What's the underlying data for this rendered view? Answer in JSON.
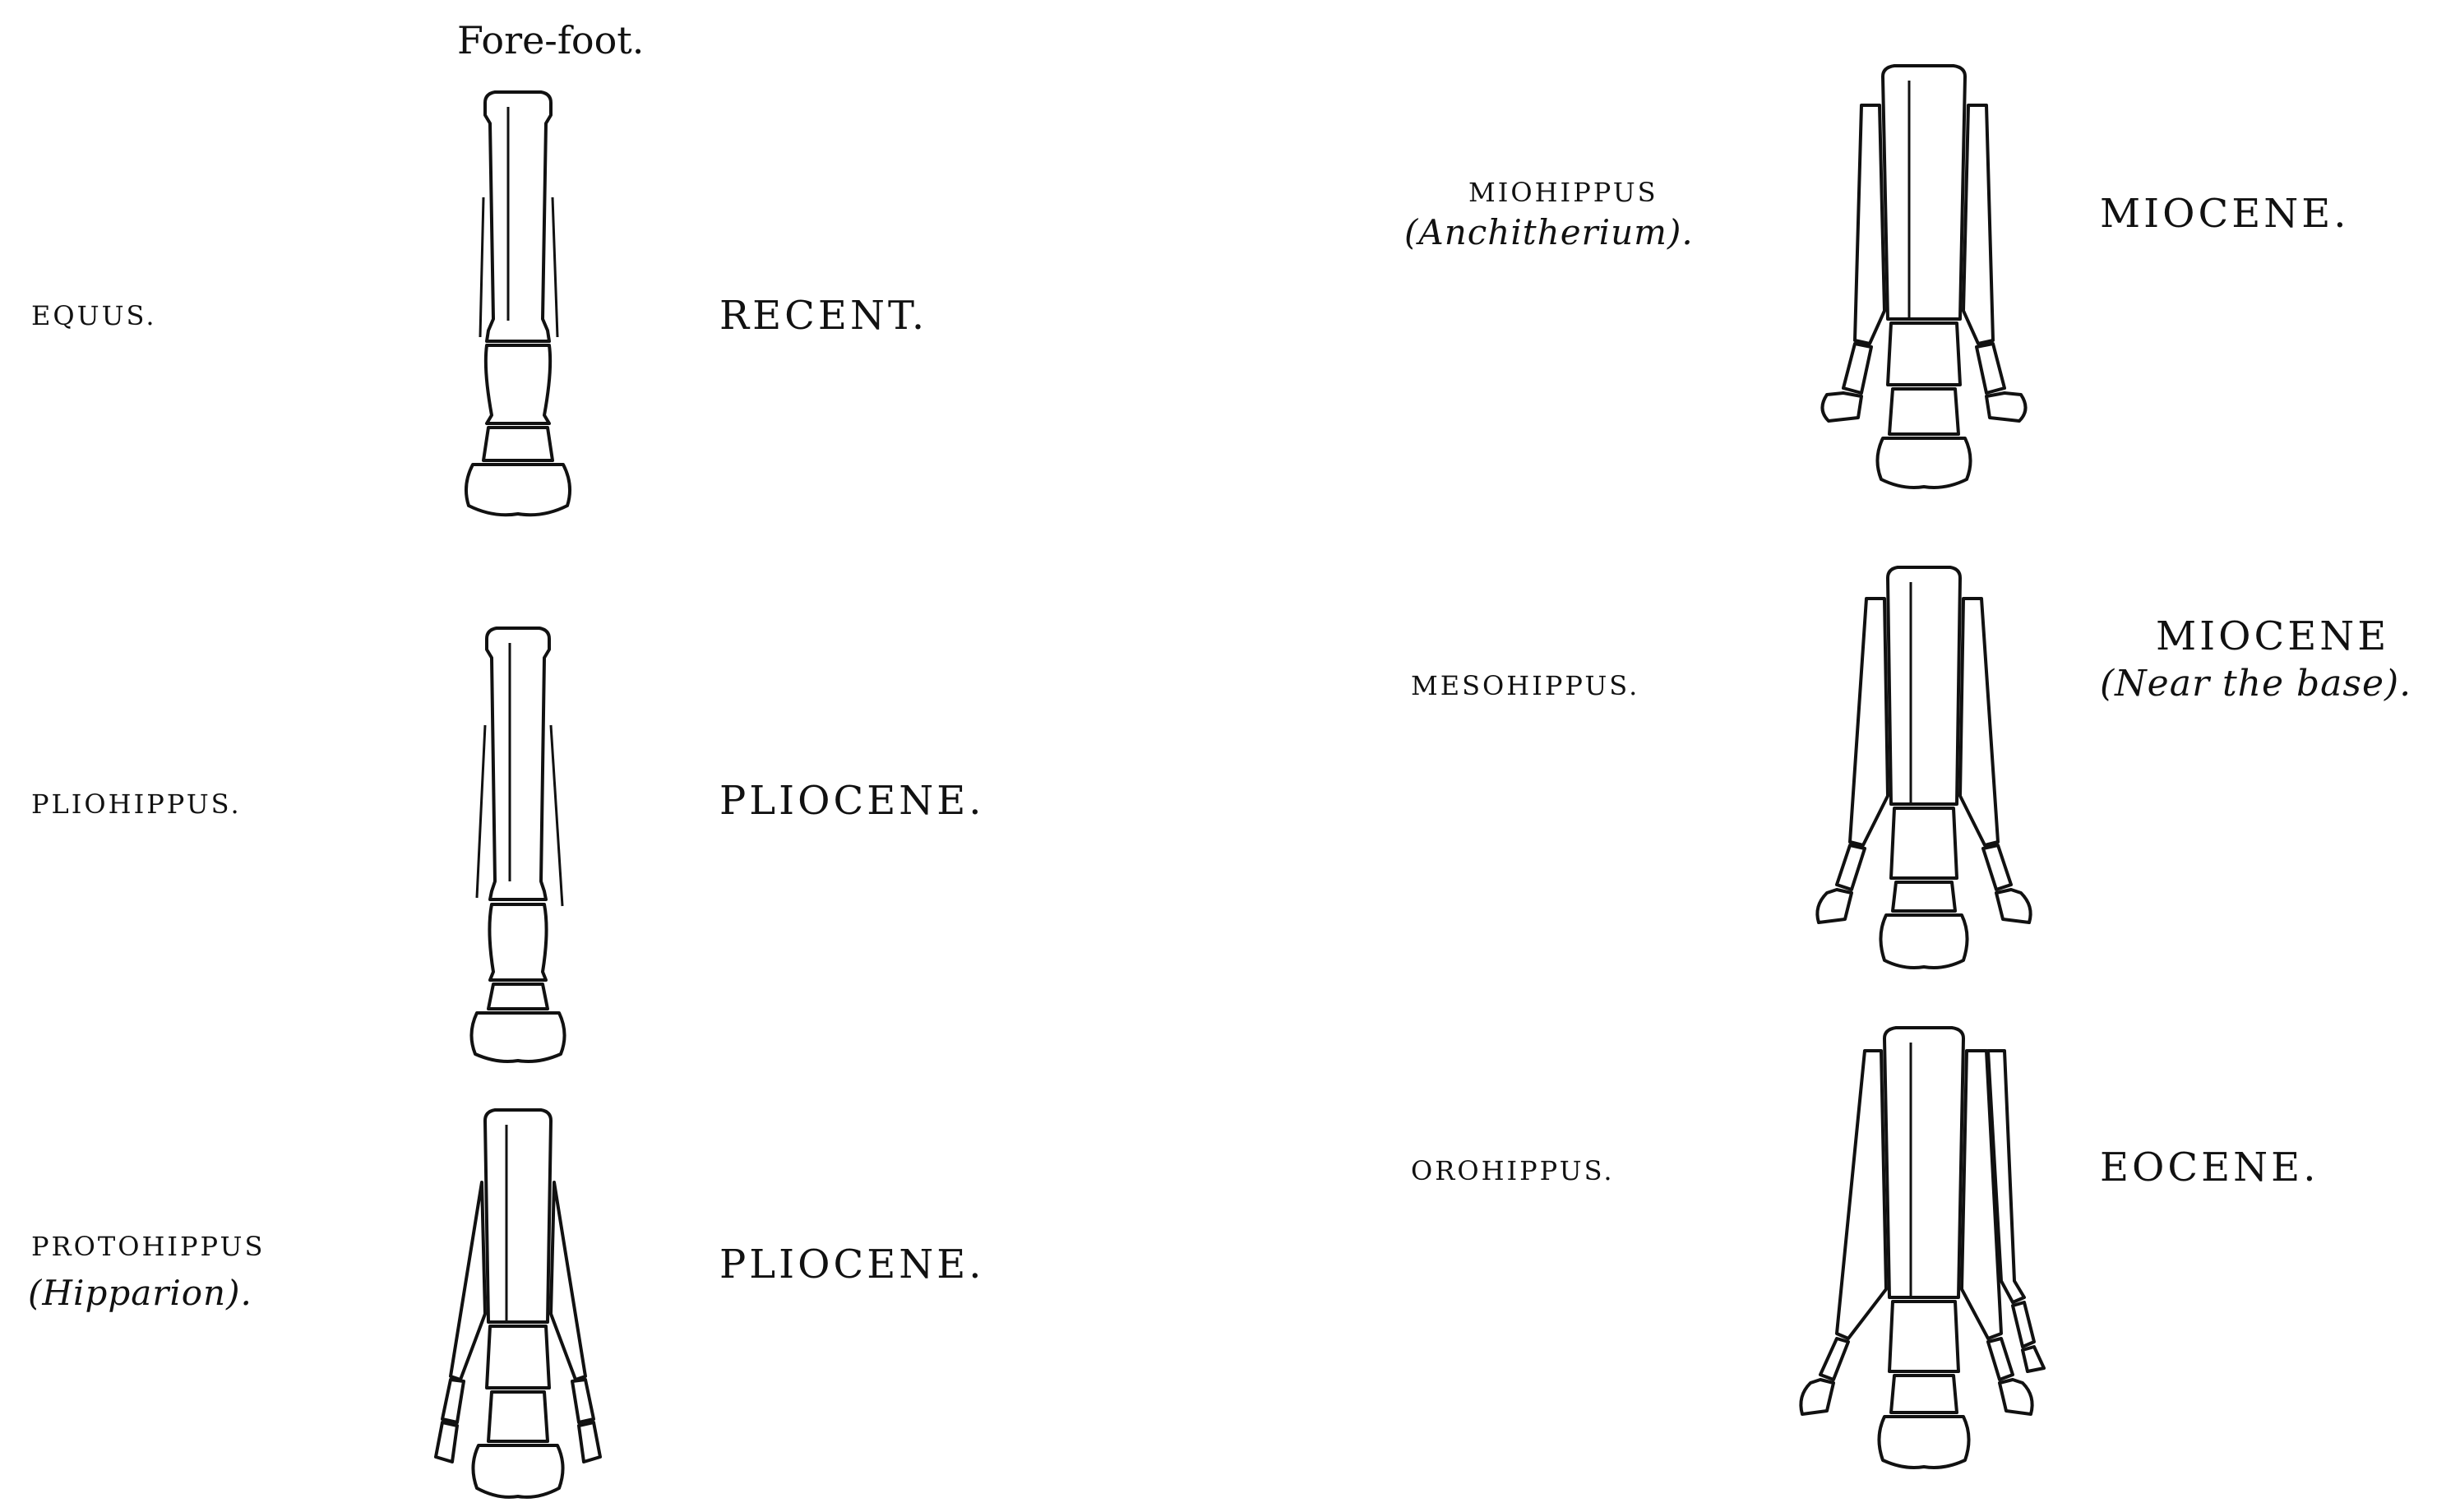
{
  "heading": "Fore-foot.",
  "specimens": [
    {
      "genus": "EQUUS.",
      "alt_name": "",
      "epoch": "RECENT.",
      "epoch_note": "",
      "digits": 1
    },
    {
      "genus": "PLIOHIPPUS.",
      "alt_name": "",
      "epoch": "PLIOCENE.",
      "epoch_note": "",
      "digits": 1
    },
    {
      "genus": "PROTOHIPPUS",
      "alt_name": "(Hipparion).",
      "epoch": "PLIOCENE.",
      "epoch_note": "",
      "digits": 3
    },
    {
      "genus": "MIOHIPPUS",
      "alt_name": "(Anchitherium).",
      "epoch": "MIOCENE.",
      "epoch_note": "",
      "digits": 3
    },
    {
      "genus": "MESOHIPPUS.",
      "alt_name": "",
      "epoch": "MIOCENE",
      "epoch_note": "(Near the base).",
      "digits": 3
    },
    {
      "genus": "OROHIPPUS.",
      "alt_name": "",
      "epoch": "EOCENE.",
      "epoch_note": "",
      "digits": 4
    }
  ],
  "colors": {
    "ink": "#111111",
    "paper": "#ffffff"
  }
}
